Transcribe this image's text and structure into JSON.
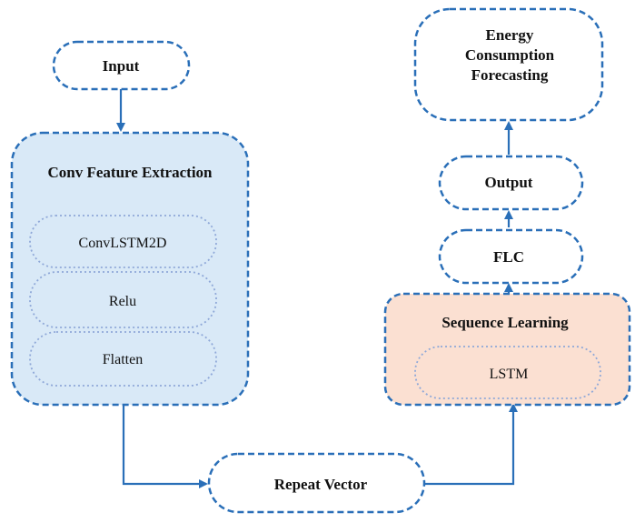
{
  "colors": {
    "stroke": "#2a6fb8",
    "inner_stroke": "#8fa8d8",
    "conv_fill": "#d9e9f7",
    "seq_fill": "#fbe0d2",
    "arrow": "#2a6fb8"
  },
  "nodes": {
    "input": "Input",
    "conv": {
      "title": "Conv Feature Extraction",
      "layers": [
        "ConvLSTM2D",
        "Relu",
        "Flatten"
      ]
    },
    "repeat_vector": "Repeat Vector",
    "sequence": {
      "title": "Sequence Learning",
      "layers": [
        "LSTM"
      ]
    },
    "flc": "FLC",
    "output": "Output",
    "forecast": [
      "Energy",
      "Consumption",
      "Forecasting"
    ]
  },
  "edges": [
    {
      "from": "Input",
      "to": "Conv Feature Extraction"
    },
    {
      "from": "Conv Feature Extraction",
      "to": "Repeat Vector"
    },
    {
      "from": "Repeat Vector",
      "to": "Sequence Learning"
    },
    {
      "from": "Sequence Learning",
      "to": "FLC"
    },
    {
      "from": "FLC",
      "to": "Output"
    },
    {
      "from": "Output",
      "to": "Energy Consumption Forecasting"
    }
  ]
}
